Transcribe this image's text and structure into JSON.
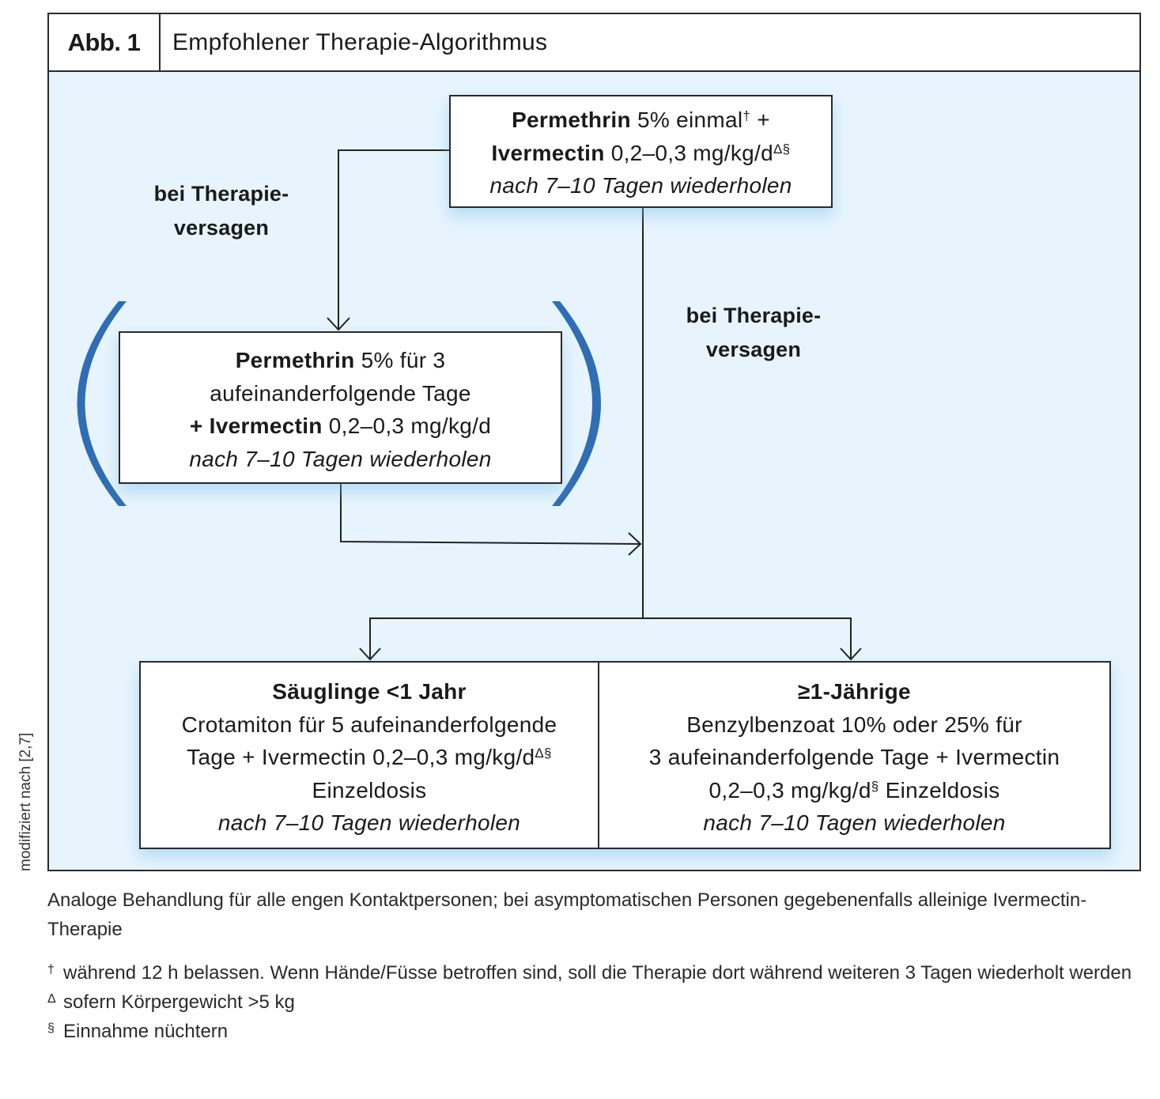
{
  "figure": {
    "label": "Abb. 1",
    "title": "Empfohlener Therapie-Algorithmus",
    "colors": {
      "background": "#e7f4fd",
      "bracket": "#2f6db4",
      "border": "#2a2a2a"
    }
  },
  "boxes": {
    "top": {
      "line1_bold": "Permethrin",
      "line1_rest": " 5% einmal",
      "line1_sup": "†",
      "line1_tail": " +",
      "line2_bold": "Ivermectin",
      "line2_rest": " 0,2–0,3 mg/kg/d",
      "line2_sup": "Δ§",
      "line3_italic": "nach 7–10 Tagen wiederholen"
    },
    "middle": {
      "line1_bold": "Permethrin",
      "line1_rest": " 5% für 3",
      "line2": "aufeinanderfolgende Tage",
      "line3_bold": "+ Ivermectin",
      "line3_rest": " 0,2–0,3 mg/kg/d",
      "line4_italic": "nach 7–10 Tagen wiederholen"
    },
    "bottom_left": {
      "heading": "Säuglinge <1 Jahr",
      "line1": "Crotamiton für 5 aufeinanderfolgende",
      "line2": "Tage + Ivermectin 0,2–0,3 mg/kg/d",
      "line2_sup": "Δ§",
      "line3": "Einzeldosis",
      "line4_italic": "nach 7–10 Tagen wiederholen"
    },
    "bottom_right": {
      "heading": "≥1-Jährige",
      "line1": "Benzylbenzoat 10% oder 25% für",
      "line2": "3 aufeinanderfolgende Tage + Ivermectin",
      "line3_pre": "0,2–0,3 mg/kg/d",
      "line3_sup": "§",
      "line3_post": " Einzeldosis",
      "line4_italic": "nach 7–10 Tagen wiederholen"
    }
  },
  "labels": {
    "failure_left": [
      "bei Therapie-",
      "versagen"
    ],
    "failure_right": [
      "bei Therapie-",
      "versagen"
    ]
  },
  "side_note": "modifiziert nach [2,7]",
  "caption": "Analoge Behandlung für alle engen Kontaktpersonen; bei asymptomatischen Personen gegebenenfalls alleinige Ivermectin-Therapie",
  "footnotes": [
    {
      "mark": "†",
      "text": "während 12 h belassen. Wenn Hände/Füsse betroffen sind, soll die Therapie dort während weiteren 3 Tagen wiederholt werden"
    },
    {
      "mark": "Δ",
      "text": "sofern Körpergewicht >5 kg"
    },
    {
      "mark": "§",
      "text": "Einnahme nüchtern"
    }
  ]
}
